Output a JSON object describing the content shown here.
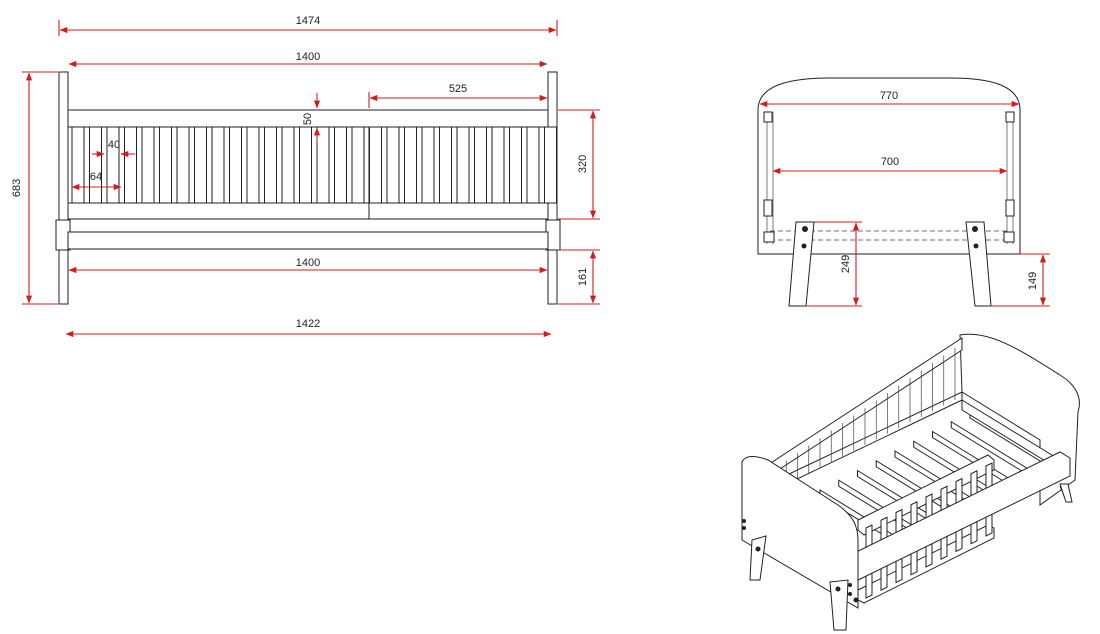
{
  "front_view": {
    "overall_width": "1474",
    "rail_length_top": "1400",
    "gate_length": "525",
    "top_rail_thickness": "50",
    "slat_gap": "40",
    "slat_pitch": "64",
    "overall_height": "683",
    "rail_height": "320",
    "bottom_rail_length": "1400",
    "leg_height": "161",
    "base_length": "1422"
  },
  "end_view": {
    "panel_width": "770",
    "inner_width": "700",
    "base_height": "249",
    "leg_height": "149"
  },
  "colors": {
    "dimension_line": "#d21c1c",
    "outline": "#222222"
  }
}
